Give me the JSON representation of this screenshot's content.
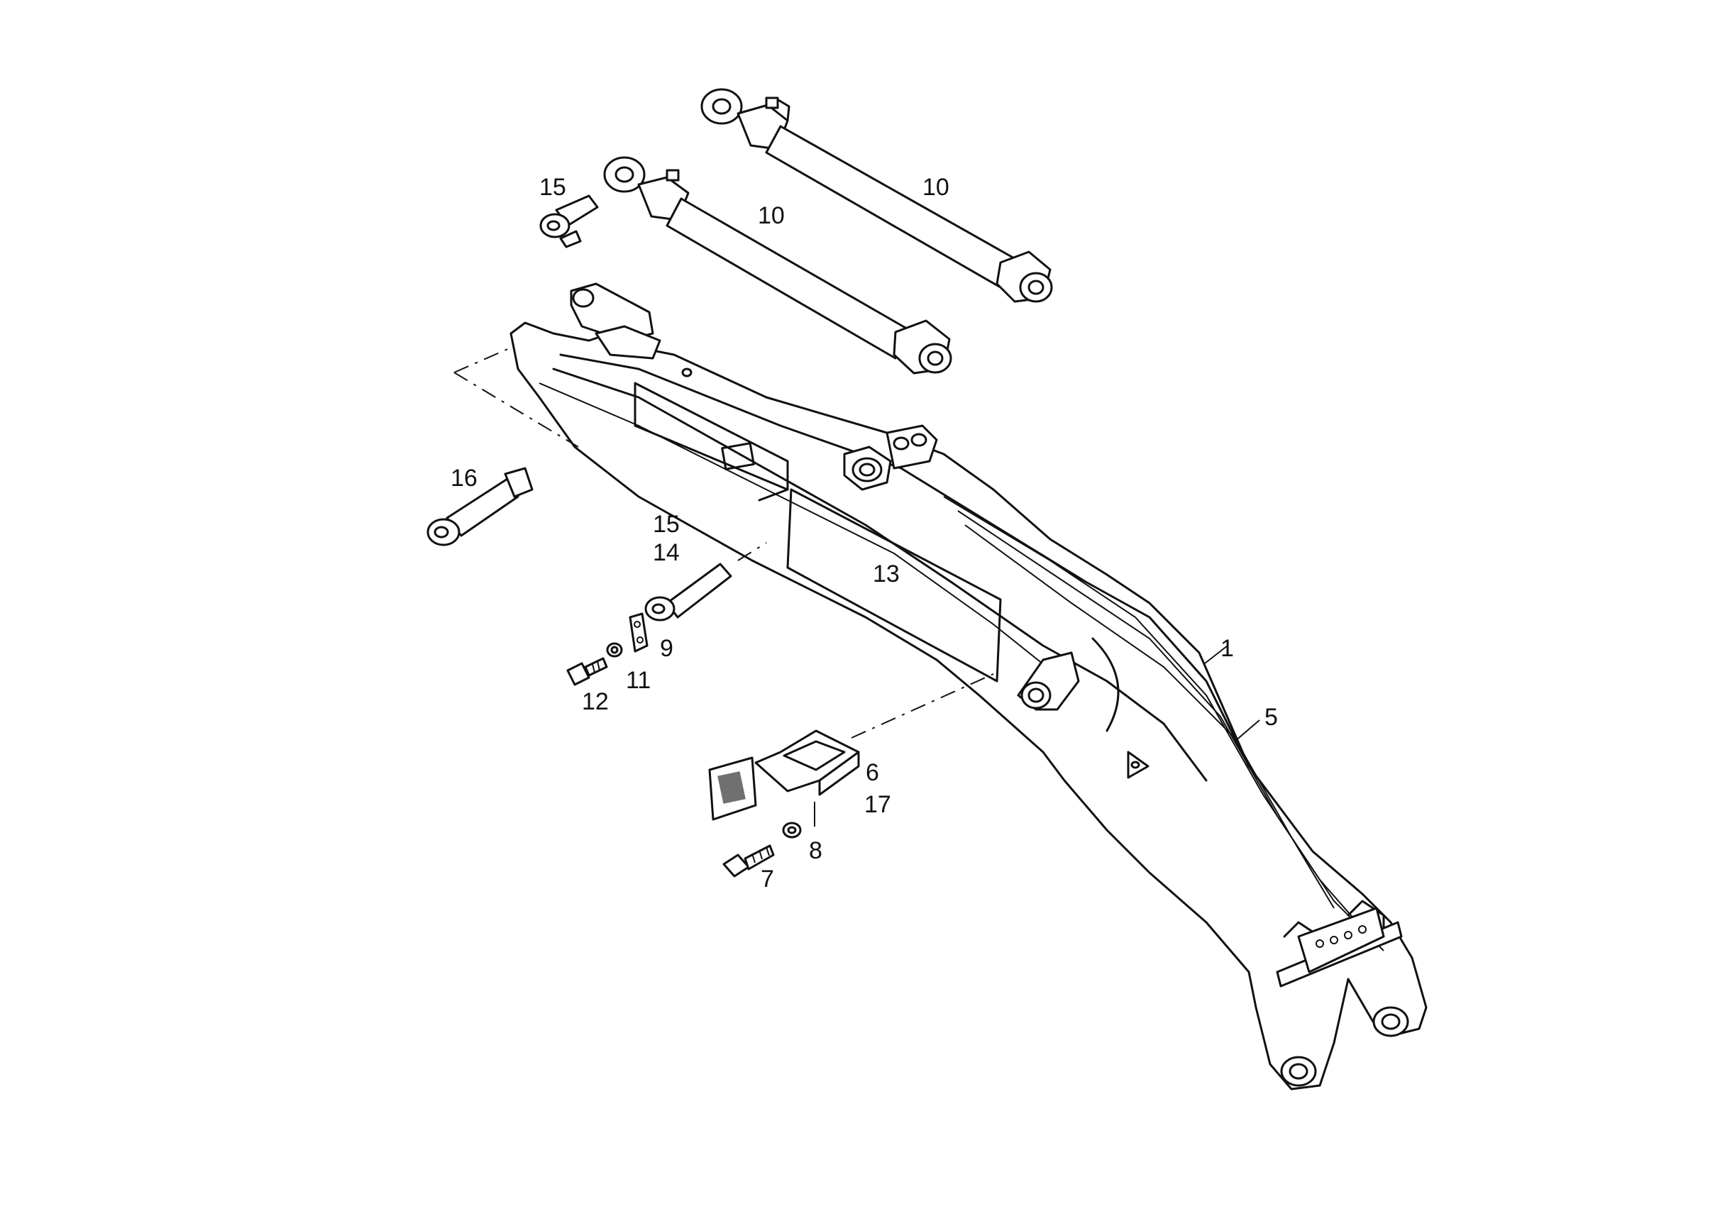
{
  "callouts": [
    {
      "key": "boom",
      "text": "1"
    },
    {
      "key": "boom-side",
      "text": "5"
    },
    {
      "key": "bracket",
      "text": "6"
    },
    {
      "key": "bracket-alt",
      "text": "17"
    },
    {
      "key": "bolt-lower",
      "text": "7"
    },
    {
      "key": "washer-lower",
      "text": "8"
    },
    {
      "key": "plate",
      "text": "9"
    },
    {
      "key": "cylinder-upper",
      "text": "10"
    },
    {
      "key": "cylinder-lower",
      "text": "10"
    },
    {
      "key": "washer-upper",
      "text": "11"
    },
    {
      "key": "bolt-upper",
      "text": "12"
    },
    {
      "key": "panel",
      "text": "13"
    },
    {
      "key": "pin-mid-a",
      "text": "15"
    },
    {
      "key": "pin-mid-b",
      "text": "14"
    },
    {
      "key": "pin-top",
      "text": "15"
    },
    {
      "key": "pin-left",
      "text": "16"
    }
  ]
}
